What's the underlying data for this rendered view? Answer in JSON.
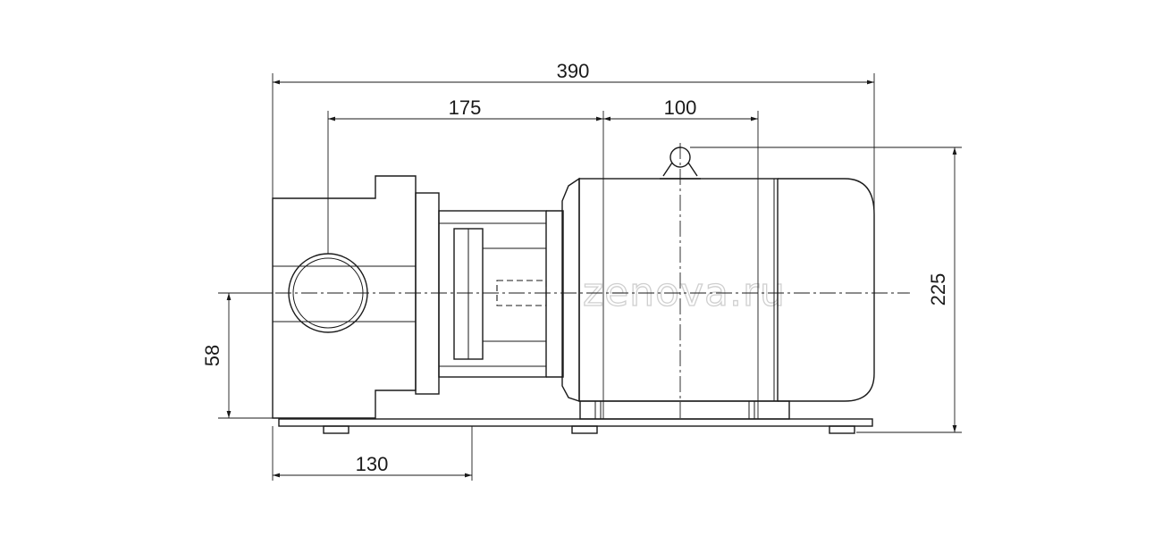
{
  "dimensions": {
    "overall_length": "390",
    "pump_to_motor": "175",
    "motor_feet": "100",
    "overall_height": "225",
    "port_height": "58",
    "base_offset": "130"
  },
  "watermark": "zenova.ru"
}
